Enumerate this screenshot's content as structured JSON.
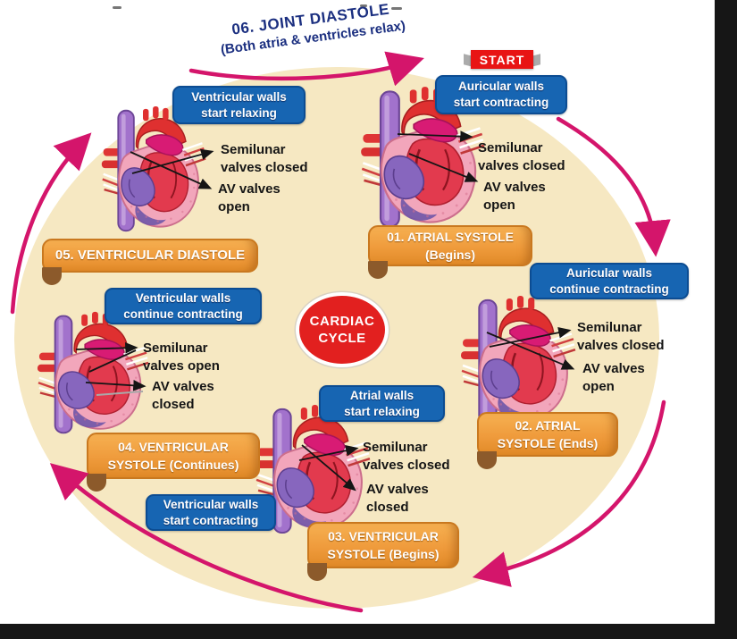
{
  "title": {
    "line1": "06. JOINT DIASTOLE",
    "line2": "(Both atria & ventricles relax)"
  },
  "start_label": "START",
  "center": {
    "line1": "CARDIAC",
    "line2": "CYCLE"
  },
  "wall_boxes": [
    {
      "line1": "Auricular walls",
      "line2": "start contracting"
    },
    {
      "line1": "Auricular walls",
      "line2": "continue contracting"
    },
    {
      "line1": "Atrial walls",
      "line2": "start relaxing"
    },
    {
      "line1": "Ventricular walls",
      "line2": "start contracting"
    },
    {
      "line1": "Ventricular walls",
      "line2": "continue contracting"
    },
    {
      "line1": "Ventricular walls",
      "line2": "start relaxing"
    }
  ],
  "banners": [
    {
      "line1": "01. ATRIAL SYSTOLE",
      "line2": "(Begins)"
    },
    {
      "line1": "02. ATRIAL",
      "line2": "SYSTOLE (Ends)"
    },
    {
      "line1": "03. VENTRICULAR",
      "line2": "SYSTOLE (Begins)"
    },
    {
      "line1": "04. VENTRICULAR",
      "line2": "SYSTOLE (Continues)"
    },
    {
      "line1": "05. VENTRICULAR DIASTOLE",
      "line2": ""
    }
  ],
  "valves": [
    {
      "v1l1": "Semilunar",
      "v1l2": "valves closed",
      "v2l1": "AV valves",
      "v2l2": "open"
    },
    {
      "v1l1": "Semilunar",
      "v1l2": "valves closed",
      "v2l1": "AV valves",
      "v2l2": "open"
    },
    {
      "v1l1": "Semilunar",
      "v1l2": "valves closed",
      "v2l1": "AV valves",
      "v2l2": "closed"
    },
    {
      "v1l1": "Semilunar",
      "v1l2": "valves open",
      "v2l1": "AV valves",
      "v2l2": "closed"
    },
    {
      "v1l1": "Semilunar",
      "v1l2": "valves closed",
      "v2l1": "AV valves",
      "v2l2": "open"
    }
  ],
  "colors": {
    "cycle_pink": "#D4156B",
    "cream": "#F6E8C2",
    "wall_box_blue": "#1765B2",
    "banner_orange": "#EF9B3C",
    "center_red": "#E2201F",
    "start_red": "#E81414",
    "title_navy": "#1B2F80"
  }
}
